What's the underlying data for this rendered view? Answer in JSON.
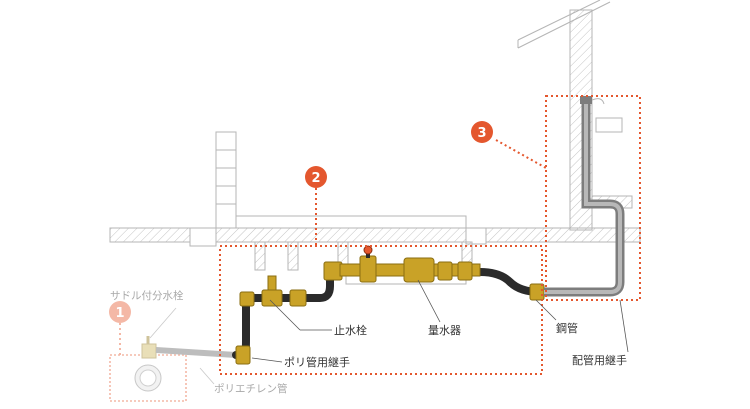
{
  "colors": {
    "accent": "#e4572e",
    "accent_faded": "#f4b8a6",
    "pipe_dark": "#2b2b2b",
    "brass": "#c9a227",
    "steel": "#8a8a8a",
    "structure_line": "#b5b5b5"
  },
  "markers": [
    {
      "number": "1"
    },
    {
      "number": "2"
    },
    {
      "number": "3"
    }
  ],
  "labels": {
    "saddle": "サドル付分水栓",
    "poly_pipe": "ポリエチレン管",
    "poly_joint": "ポリ管用継手",
    "stop_valve": "止水栓",
    "water_meter": "量水器",
    "steel_pipe": "鋼管",
    "pipe_joint": "配管用継手"
  }
}
